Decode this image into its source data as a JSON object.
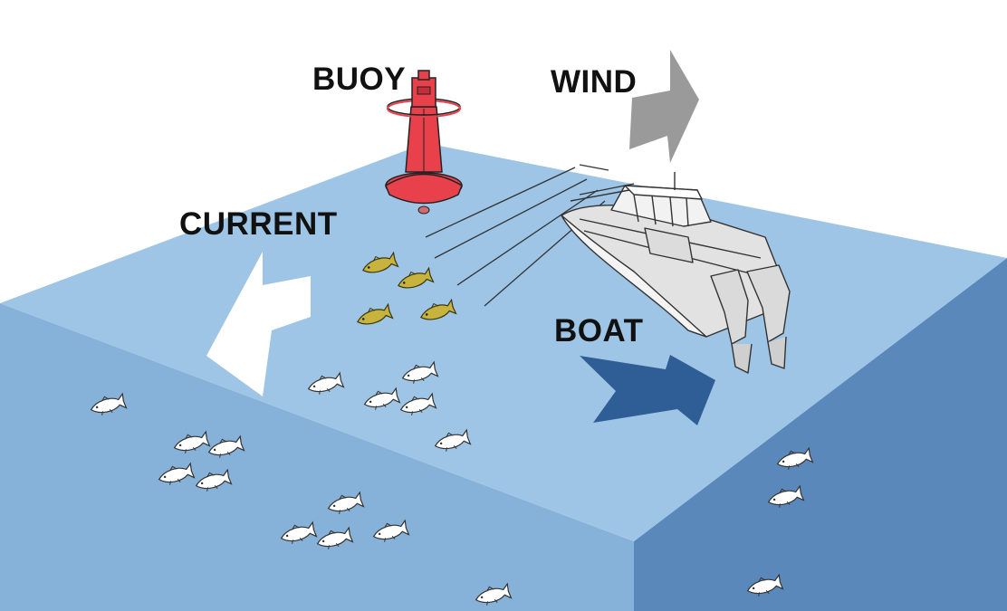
{
  "labels": {
    "buoy": "BUOY",
    "wind": "WIND",
    "current": "CURRENT",
    "boat": "BOAT"
  },
  "colors": {
    "water_surface": "#9ec5e6",
    "water_left_face": "#86b1d8",
    "water_right_face": "#5b88bb",
    "buoy": "#e8414c",
    "wind_arrow": "#9a9a9a",
    "current_arrow": "#ffffff",
    "boat_arrow": "#2f5e96",
    "bait_fish": "#c8b43c"
  },
  "icons": [
    "buoy-icon",
    "boat-icon",
    "wind-arrow-icon",
    "current-arrow-icon",
    "boat-direction-arrow-icon",
    "fish-icon"
  ]
}
